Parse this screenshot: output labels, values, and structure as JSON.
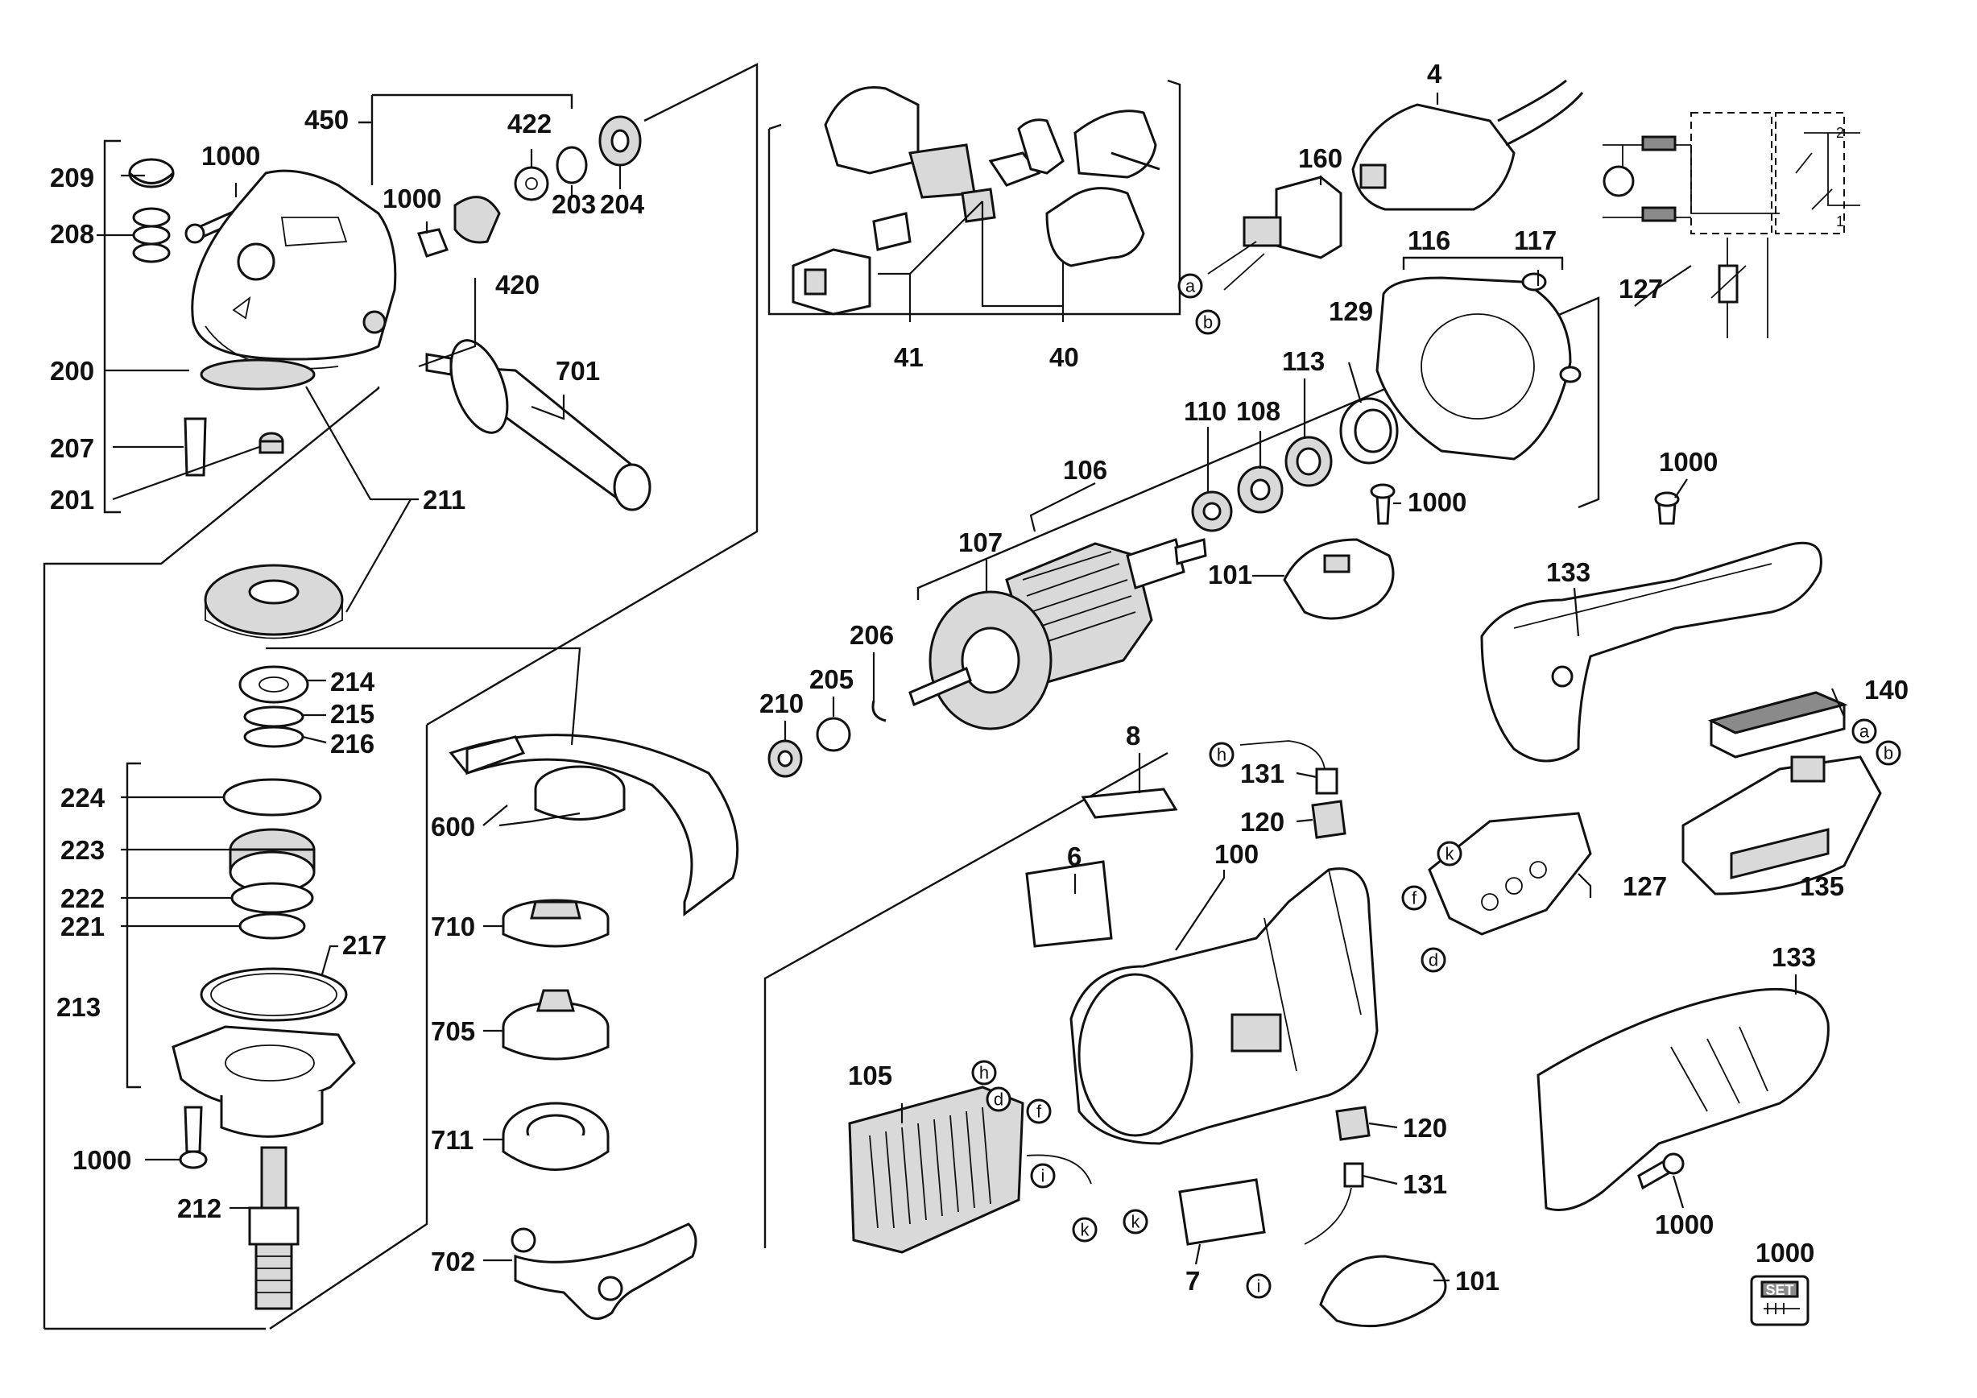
{
  "labels": {
    "l450": "450",
    "l422": "422",
    "l1000a": "1000",
    "l209": "209",
    "l208": "208",
    "l1000b": "1000",
    "l203": "203",
    "l204": "204",
    "l420": "420",
    "l200": "200",
    "l701": "701",
    "l207": "207",
    "l201": "201",
    "l211": "211",
    "l214": "214",
    "l215": "215",
    "l216": "216",
    "l224": "224",
    "l223": "223",
    "l222": "222",
    "l221": "221",
    "l217": "217",
    "l213": "213",
    "l1000c": "1000",
    "l212": "212",
    "l600": "600",
    "l710": "710",
    "l705": "705",
    "l711": "711",
    "l702": "702",
    "l41": "41",
    "l40": "40",
    "l4": "4",
    "l160": "160",
    "l116": "116",
    "l117": "117",
    "l129": "129",
    "l113": "113",
    "l108": "108",
    "l110": "110",
    "l106": "106",
    "l107": "107",
    "l1000d": "1000",
    "l101a": "101",
    "l206": "206",
    "l205": "205",
    "l210": "210",
    "l127a": "127",
    "l1000e": "1000",
    "l133a": "133",
    "l140": "140",
    "l8": "8",
    "l131a": "131",
    "l120a": "120",
    "l6": "6",
    "l100": "100",
    "l127b": "127",
    "l135": "135",
    "l133b": "133",
    "l105": "105",
    "l120b": "120",
    "l131b": "131",
    "l1000f": "1000",
    "l7": "7",
    "l101b": "101",
    "l1000set": "1000"
  },
  "circle_letters": {
    "a1": "a",
    "b1": "b",
    "a2": "a",
    "b2": "b",
    "h1": "h",
    "k1": "k",
    "f1": "f",
    "d1": "d",
    "h2": "h",
    "d2": "d",
    "f2": "f",
    "i1": "i",
    "k2": "k",
    "k3": "k",
    "i2": "i"
  },
  "schematic": {
    "t1": "1",
    "t2": "2"
  },
  "set_badge": {
    "text": "SET"
  },
  "icons": [
    "set-badge-icon",
    "motor-symbol-icon",
    "variable-resistor-icon"
  ]
}
